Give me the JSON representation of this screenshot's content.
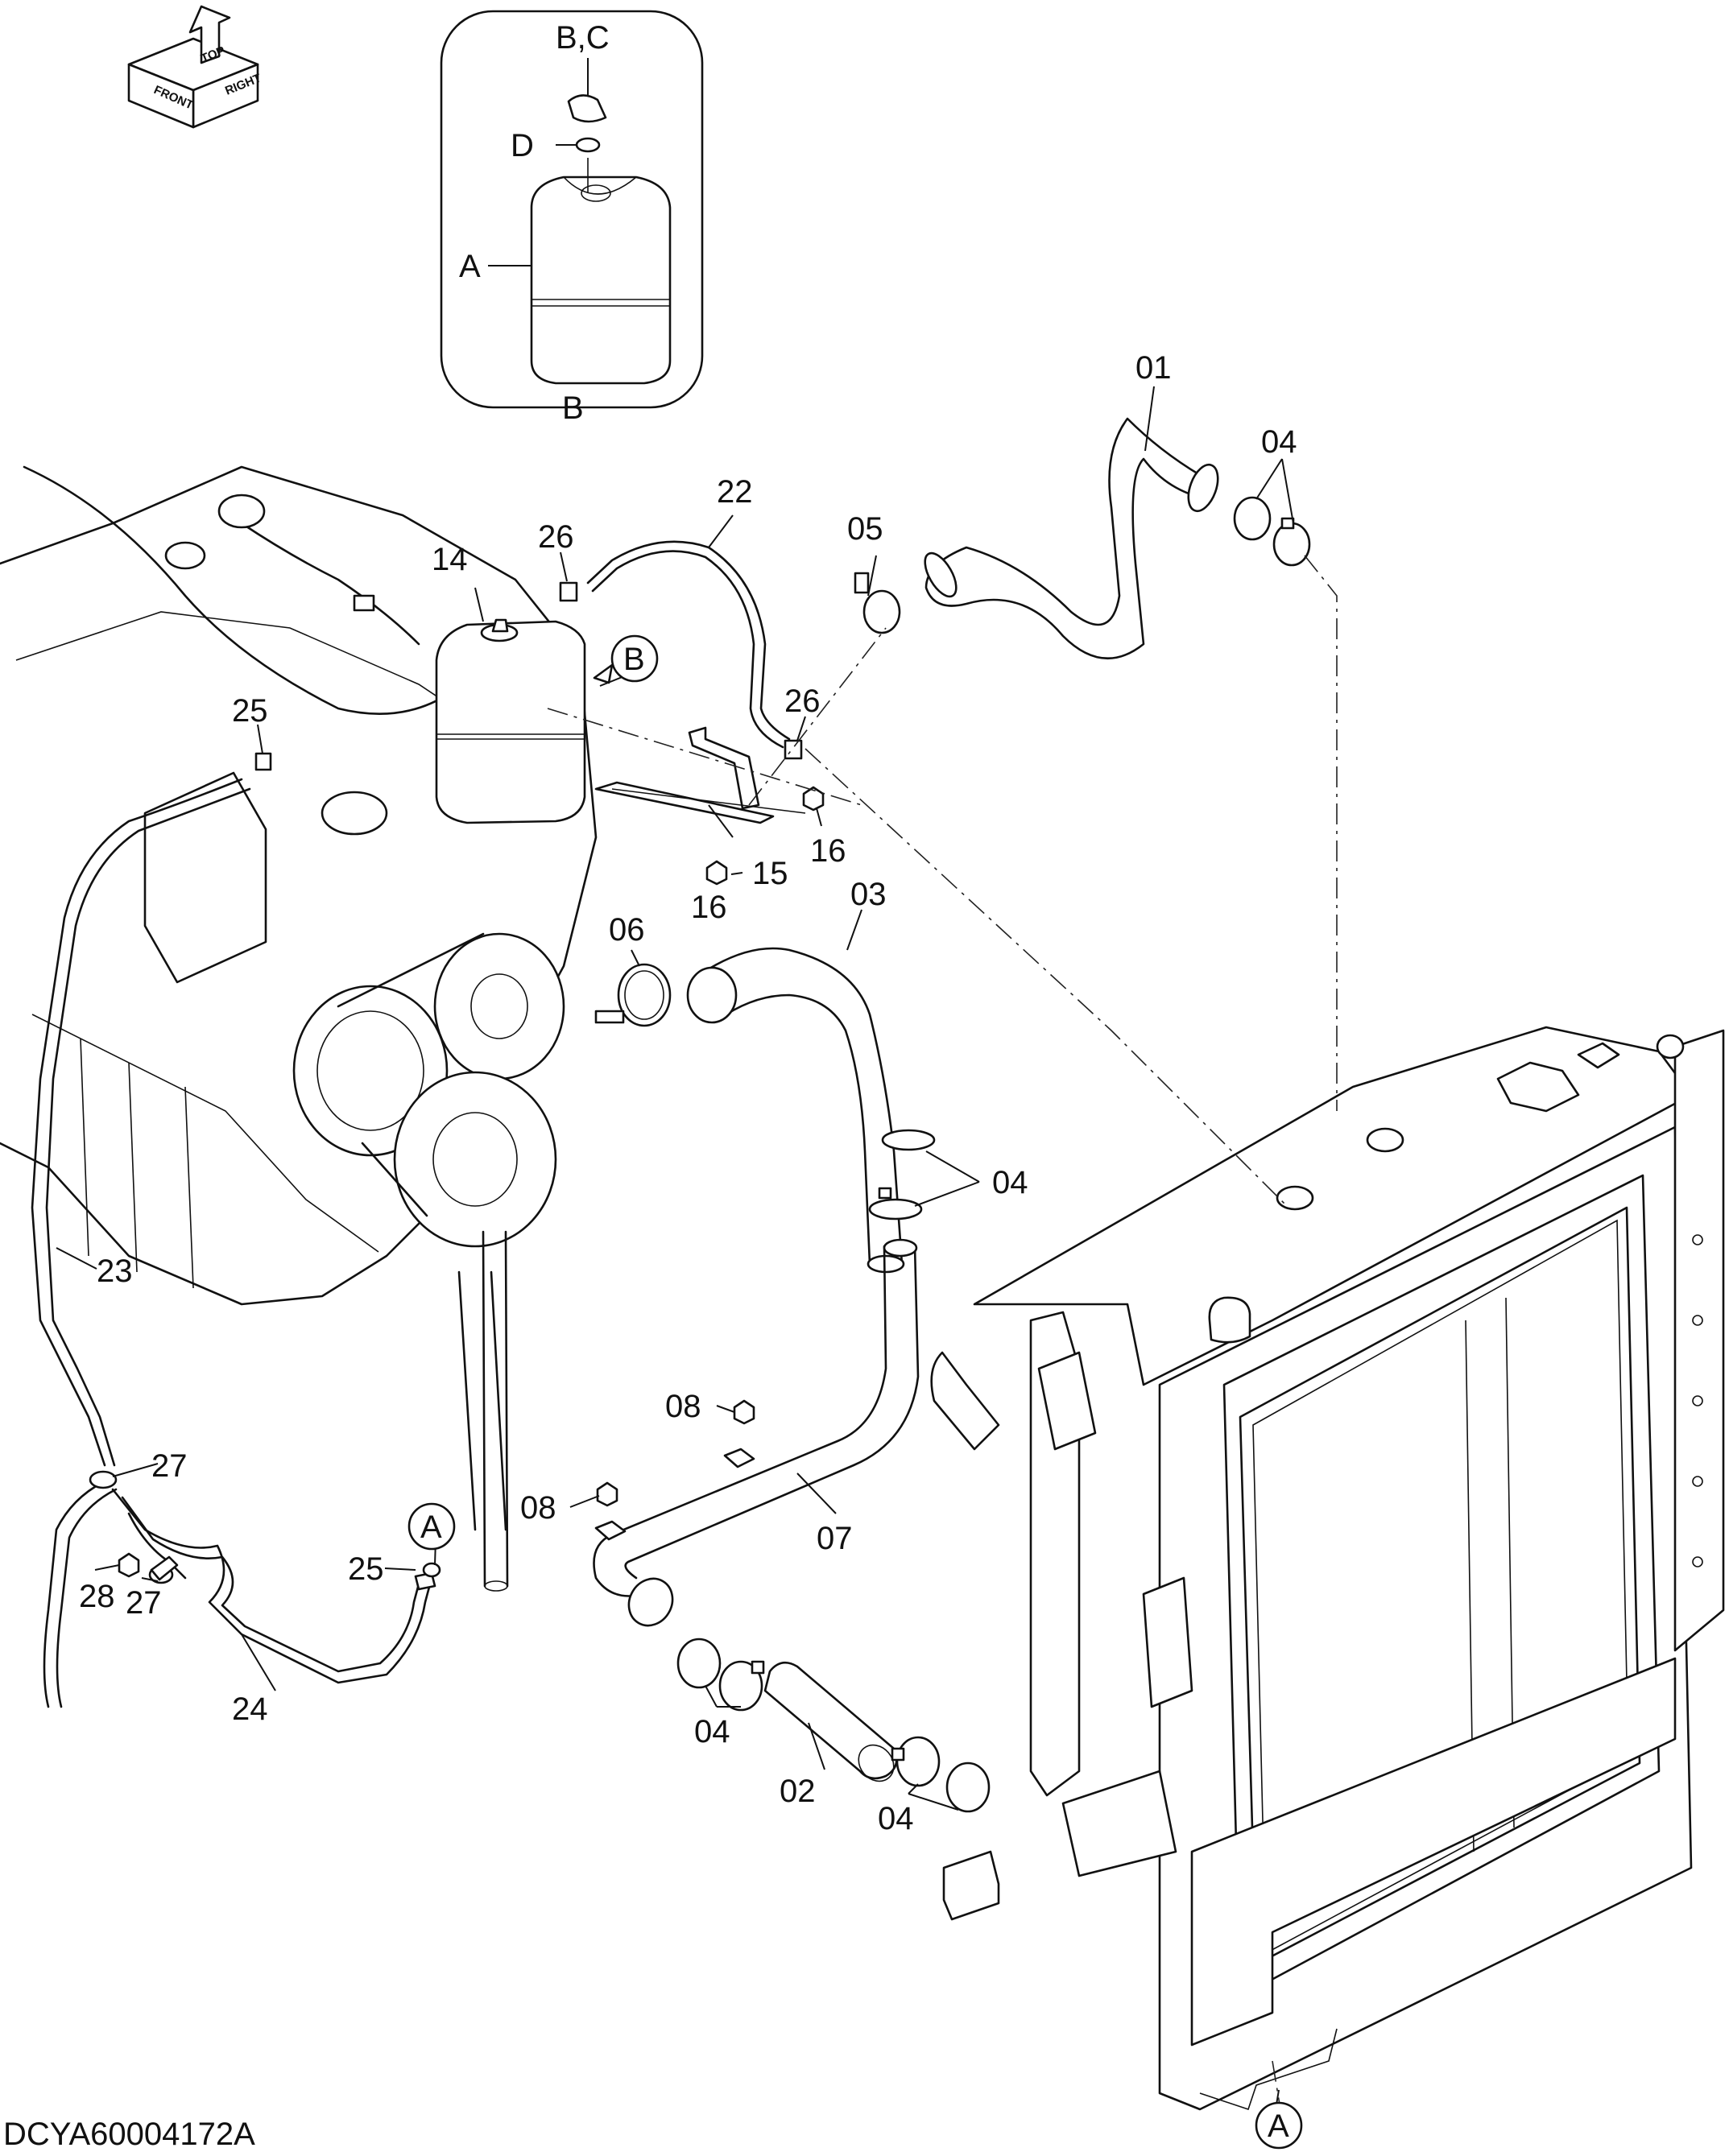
{
  "drawing": {
    "doc_id": "DCYA60004172A",
    "compass": {
      "labels": [
        "FRONT",
        "TOP",
        "RIGHT"
      ]
    },
    "detail": {
      "labels": [
        "B,C",
        "D",
        "A",
        "B"
      ]
    },
    "callouts": {
      "c01": "01",
      "c02": "02",
      "c03": "03",
      "c04a": "04",
      "c04b": "04",
      "c04c": "04",
      "c04d": "04",
      "c05": "05",
      "c06": "06",
      "c07": "07",
      "c08a": "08",
      "c08b": "08",
      "c14": "14",
      "c15": "15",
      "c16a": "16",
      "c16b": "16",
      "c22": "22",
      "c23": "23",
      "c24": "24",
      "c25a": "25",
      "c25b": "25",
      "c26a": "26",
      "c26b": "26",
      "c27a": "27",
      "c27b": "27",
      "c28": "28"
    },
    "refs": {
      "b_ref": "B",
      "a_ref_top": "A",
      "a_ref_bottom": "A"
    }
  }
}
